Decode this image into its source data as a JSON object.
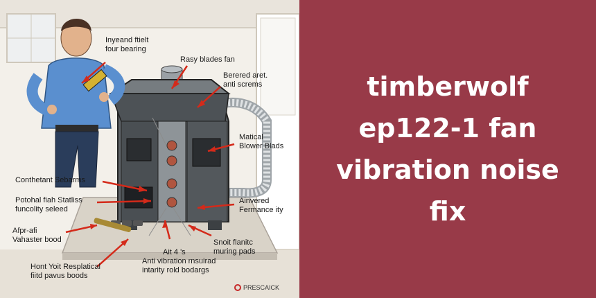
{
  "illustration": {
    "callouts": {
      "bearing": [
        "Inyeand ftielt",
        "four bearing"
      ],
      "blades_fan": [
        "Rasy blades fan"
      ],
      "screws": [
        "Berered aret.",
        "anti screms"
      ],
      "blower": [
        "Matical",
        "Blower Blads"
      ],
      "sebarms": [
        "Conthetant Sebarms"
      ],
      "statliss": [
        "Potohal fiah Statliss",
        "funcolity seleed"
      ],
      "fermance": [
        "Ainvered",
        "Fermance ity"
      ],
      "vahaster": [
        "Afpr-afi",
        "Vahaster bood"
      ],
      "muring": [
        "Snoit flanitc",
        "muring pads"
      ],
      "vibration": [
        "Ait 4 's",
        "Anti vibration rnsuirad",
        "intarity rold bodargs"
      ],
      "respl": [
        "Hont Yoit Resplatical",
        "fiitd pavus boods"
      ]
    },
    "brand": "PRESCAICK"
  },
  "title_lines": [
    "timberwolf",
    "ep122-1 fan",
    "vibration noise",
    "fix"
  ],
  "colors": {
    "panel": "#983a48",
    "title": "#ffffff",
    "arrow": "#d42a1a"
  }
}
